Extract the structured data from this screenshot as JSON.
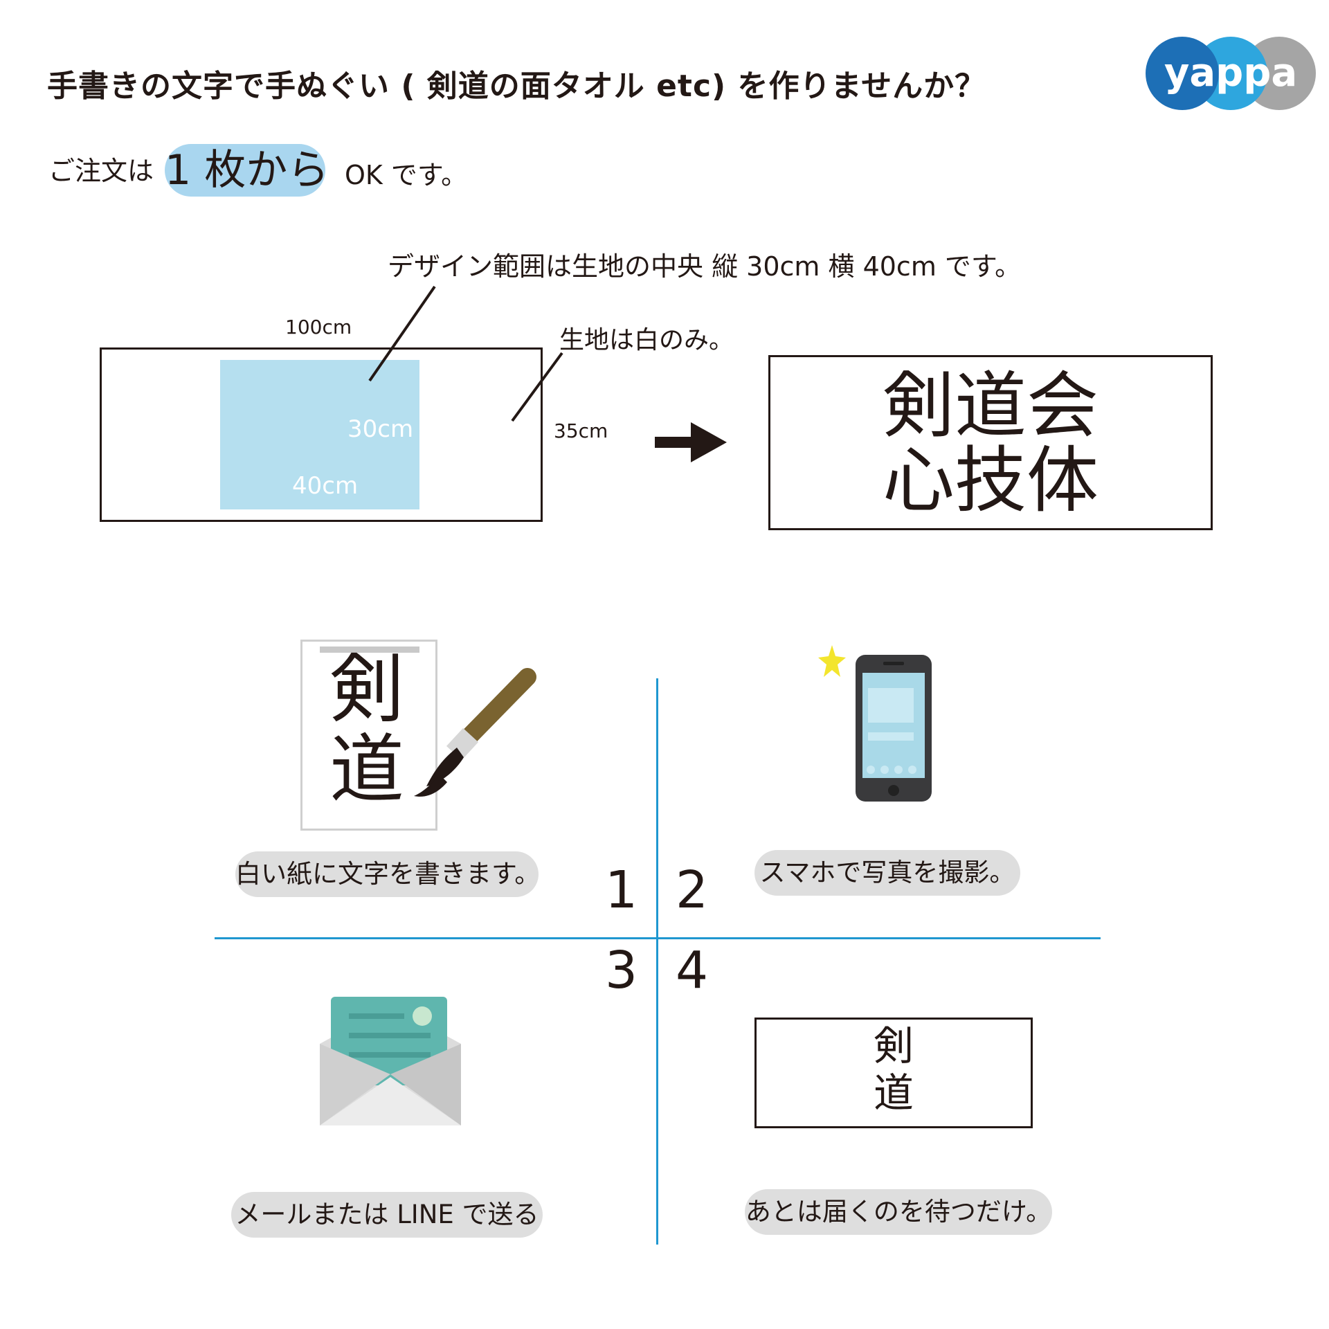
{
  "header": {
    "title": "手書きの文字で手ぬぐい ( 剣道の面タオル etc) を作りませんか？",
    "logo_text": "yappa"
  },
  "order": {
    "prefix": "ご注文は",
    "highlight": "1 枚から",
    "suffix": "OK です。"
  },
  "diagram": {
    "design_note": "デザイン範囲は生地の中央 縦 30cm 横 40cm です。",
    "fabric_note": "生地は白のみ。",
    "width_label": "100cm",
    "height_label": "35cm",
    "design_height_label": "30cm",
    "design_width_label": "40cm",
    "result_line1": "剣道会",
    "result_line2": "心技体"
  },
  "steps": [
    {
      "number": "1",
      "label": "白い紙に文字を書きます。",
      "icon": "brush-paper-icon",
      "paper_chars": [
        "剣",
        "道"
      ]
    },
    {
      "number": "2",
      "label": "スマホで写真を撮影。",
      "icon": "smartphone-icon"
    },
    {
      "number": "3",
      "label": "メールまたは LINE で送る",
      "icon": "envelope-icon"
    },
    {
      "number": "4",
      "label": "あとは届くのを待つだけ。",
      "icon": "towel-result-icon",
      "towel_chars": [
        "剣",
        "道"
      ]
    }
  ],
  "colors": {
    "text": "#231815",
    "accent_blue": "#1f97d0",
    "highlight": "#a9d6ef",
    "design_area": "#b5dfef",
    "pill_gray": "#dedede",
    "logo_dark_blue": "#1d6fb6",
    "logo_light_blue": "#2ea6de",
    "logo_gray": "#a5a5a5"
  }
}
